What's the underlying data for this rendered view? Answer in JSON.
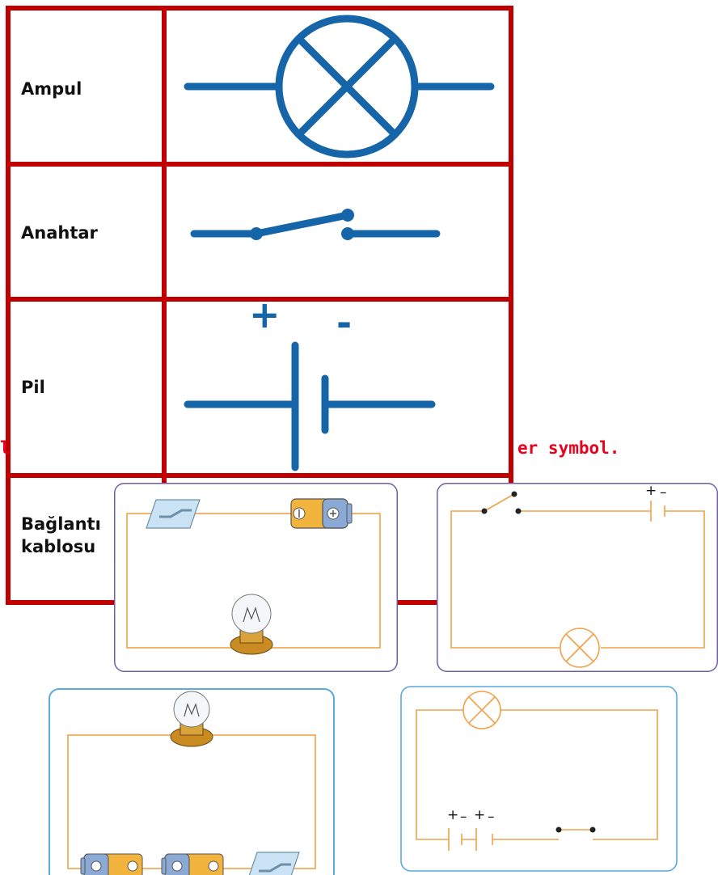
{
  "symbol_table": {
    "rows": [
      {
        "label": "Ampul"
      },
      {
        "label": "Anahtar"
      },
      {
        "label": "Pil"
      },
      {
        "label_line1": "Bağlantı",
        "label_line2": "kablosu"
      }
    ],
    "battery_plus": "+",
    "battery_minus": "-"
  },
  "instruction_fragment": {
    "left": "l",
    "right": "er symbol."
  },
  "circuits": [
    {
      "panel": "pictorial-top-left",
      "components": [
        "switch",
        "battery",
        "bulb"
      ]
    },
    {
      "panel": "schematic-top-right",
      "components": [
        "switch",
        "battery",
        "lamp"
      ],
      "battery_marks": [
        "+",
        "–"
      ]
    },
    {
      "panel": "pictorial-bottom-left",
      "components": [
        "bulb",
        "battery",
        "battery",
        "switch"
      ]
    },
    {
      "panel": "schematic-bottom-right",
      "components": [
        "lamp",
        "battery",
        "battery",
        "switch"
      ],
      "battery_marks": [
        "+",
        "–",
        "+",
        "–"
      ]
    }
  ],
  "colors": {
    "table_border": "#c00000",
    "symbol_blue": "#1565a8",
    "wire_orange": "#f0a24a",
    "panel_purple": "#6f5ea8",
    "panel_blue": "#5aa9e0",
    "red_text": "#e8001c"
  }
}
